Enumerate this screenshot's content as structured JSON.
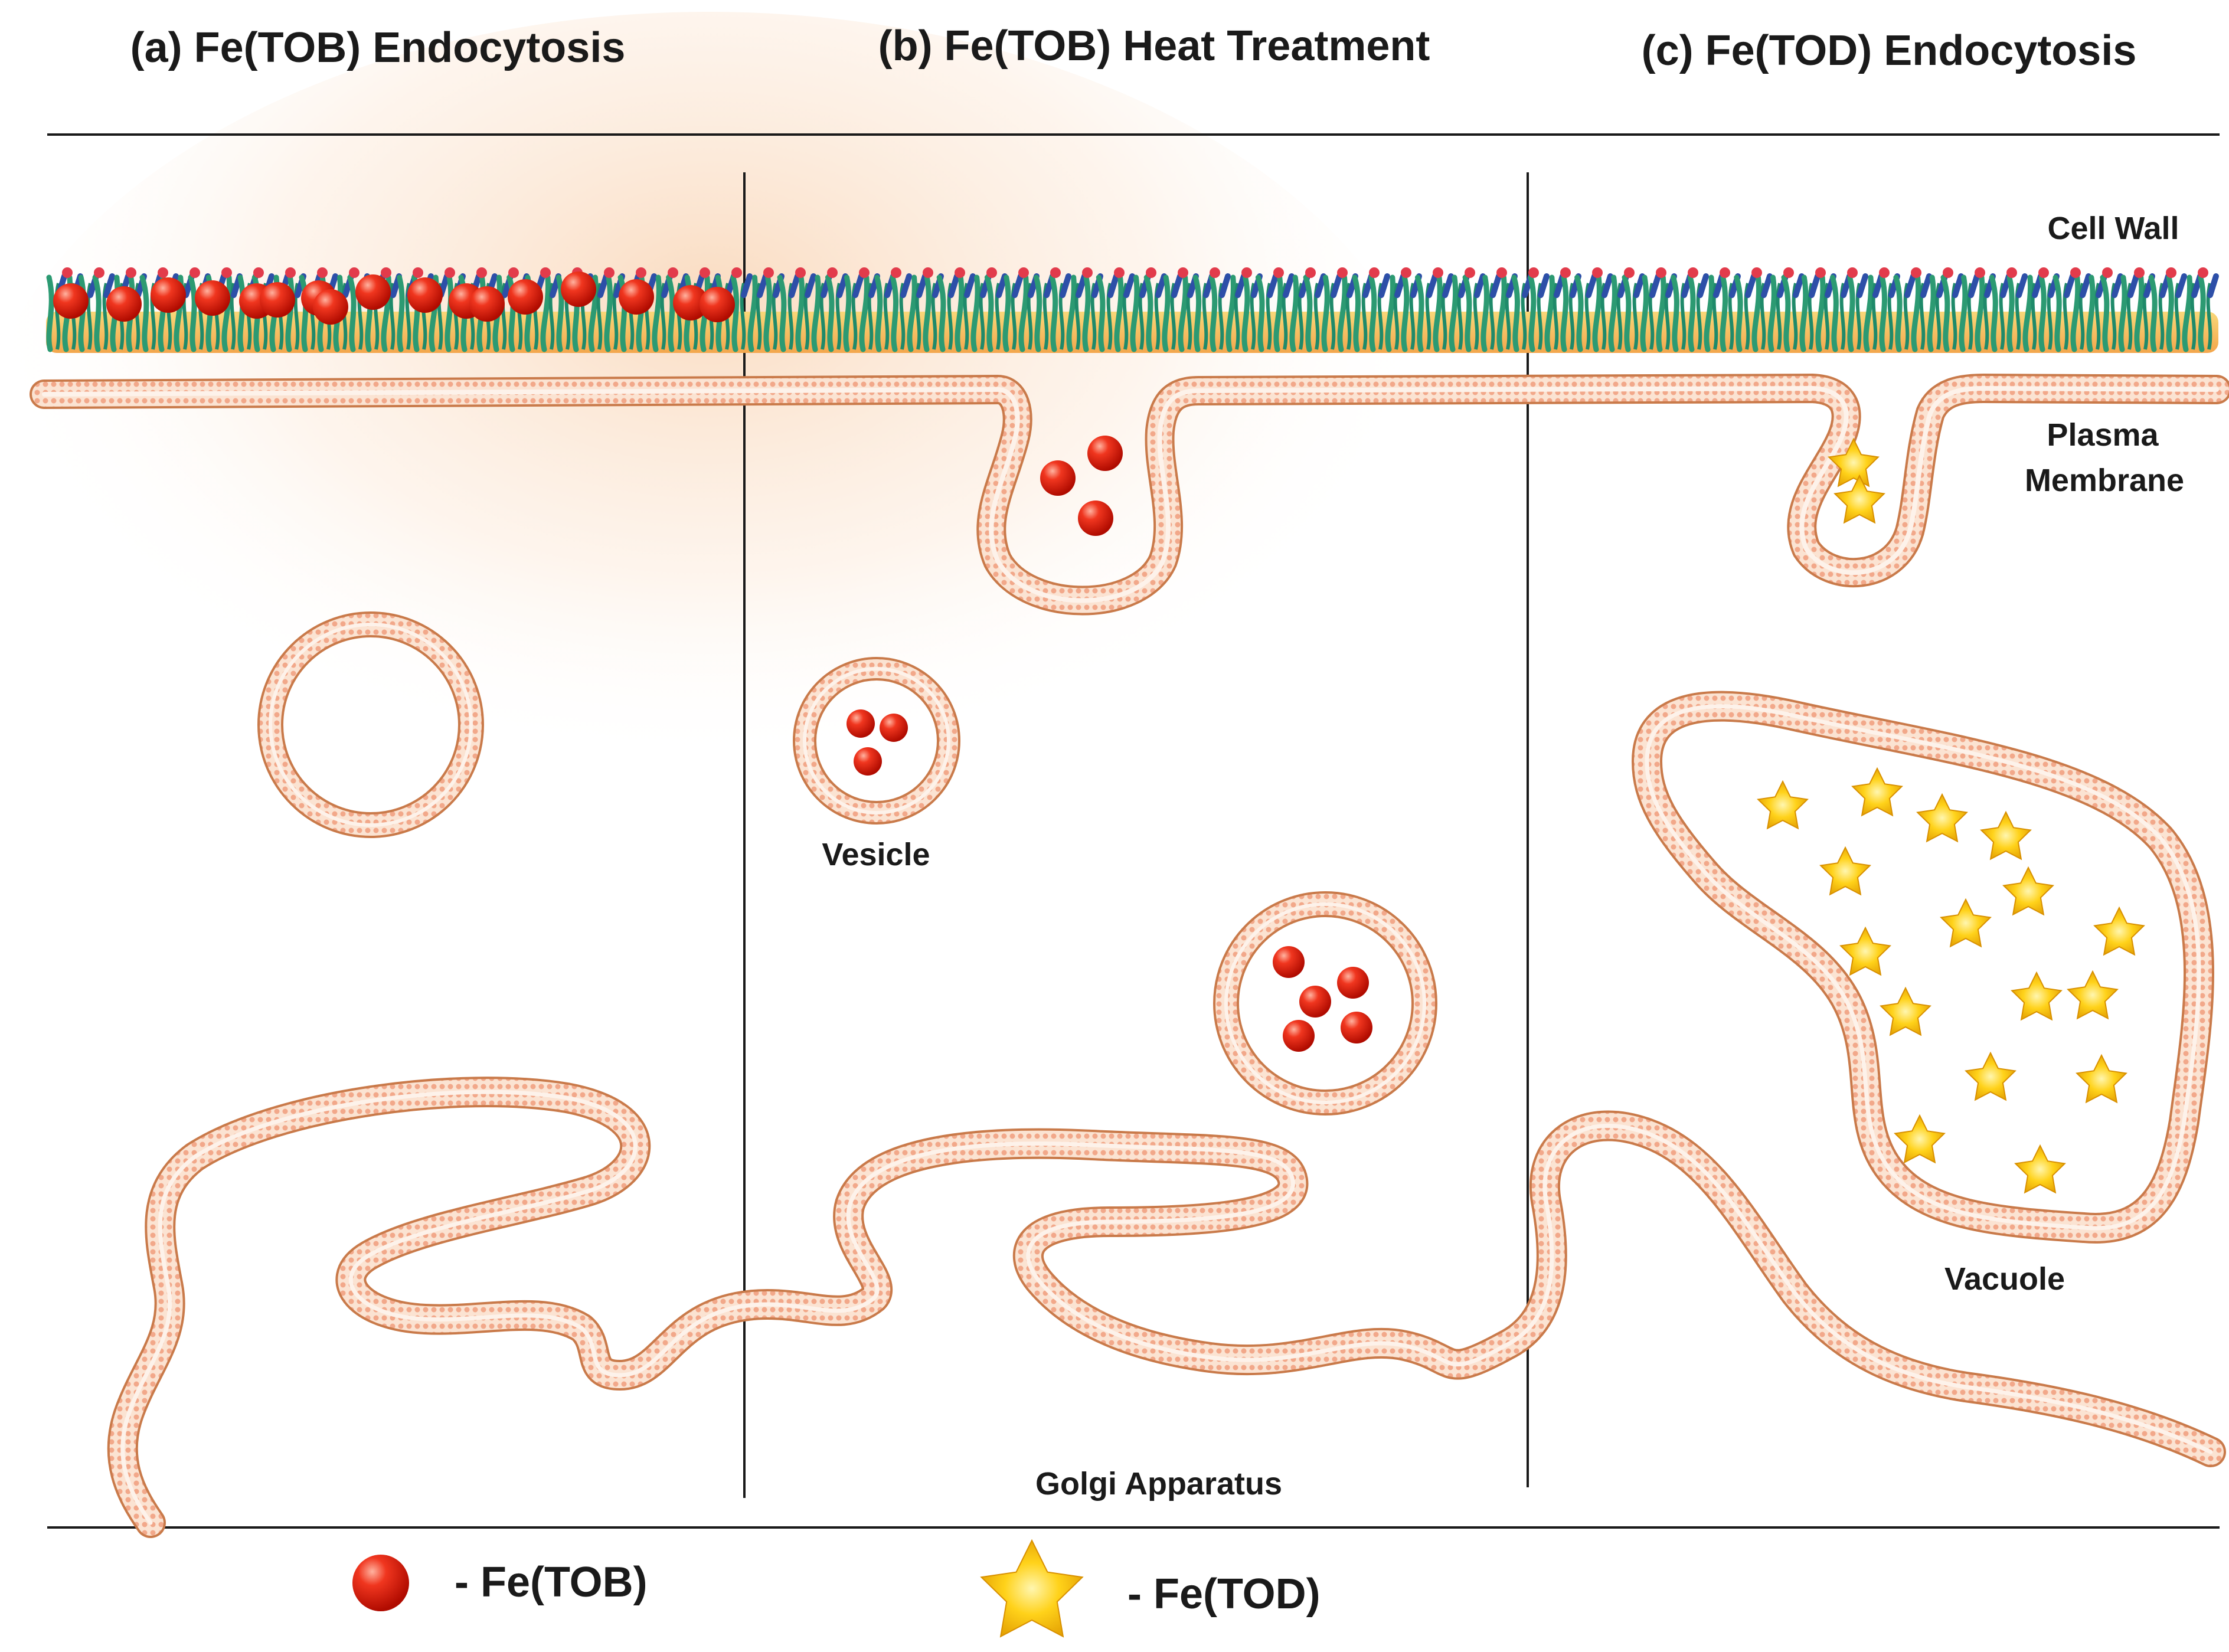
{
  "panels": [
    {
      "title": "(a) Fe(TOB) Endocytosis"
    },
    {
      "title": "(b) Fe(TOB) Heat Treatment"
    },
    {
      "title": "(c) Fe(TOD) Endocytosis"
    }
  ],
  "labels": {
    "cell_wall": "Cell Wall",
    "plasma_line1": "Plasma",
    "plasma_line2": "Membrane",
    "vesicle": "Vesicle",
    "vacuole": "Vacuole",
    "golgi": "Golgi Apparatus"
  },
  "legend": {
    "tob_label": "-  Fe(TOB)",
    "tod_label": "-  Fe(TOD)"
  },
  "colors": {
    "membrane_fill": "#f6c8a8",
    "membrane_edge": "#c97a4a",
    "tob_particle": "#e8190c",
    "tod_particle": "#f7c200",
    "wall_green": "#2c9a72",
    "wall_blue": "#2d4fa8",
    "wall_red": "#e23b4b",
    "wall_yellow": "#f3c24e",
    "glow": "#f8cfa0"
  }
}
